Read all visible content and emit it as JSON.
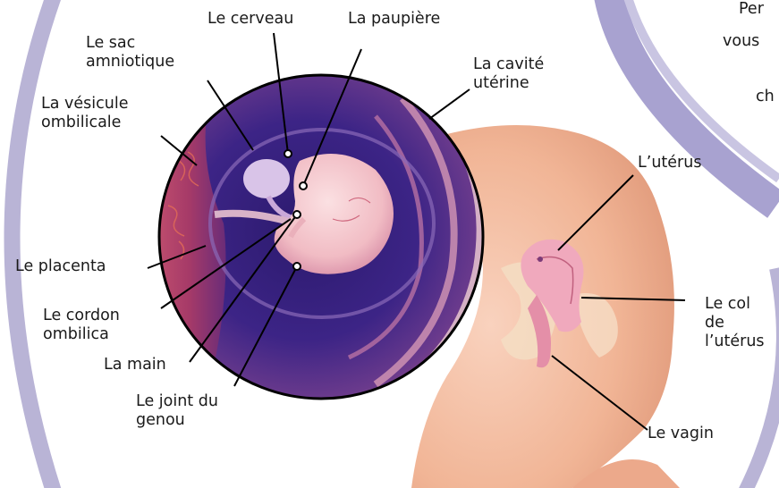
{
  "colors": {
    "frame_ring": "#b9b4d6",
    "frame_ring_dark": "#9e98c8",
    "background": "#ffffff",
    "amniotic_fluid": "#4a2a86",
    "uterine_wall": "#7a3a78",
    "placenta": "#b44a6e",
    "embryo_skin": "#f3c6c8",
    "body_skin": "#f2b79a",
    "leader_line": "#000000"
  },
  "corner_text": {
    "line1": "Per",
    "line2": "vous",
    "line3": "ch"
  },
  "labels": {
    "sac_amniotique": "Le sac\namniotique",
    "cerveau": "Le cerveau",
    "paupiere": "La paupière",
    "cavite_uterine": "La cavité\nutérine",
    "vesicule_ombilicale": "La vésicule\nombilicale",
    "uterus": "L’utérus",
    "placenta": "Le placenta",
    "cordon_ombilical": "Le cordon\nombilica",
    "main": "La main",
    "joint_genou": "Le joint du\ngenou",
    "col_uterus": "Le col\nde\nl’utérus",
    "vagin": "Le vagin"
  }
}
